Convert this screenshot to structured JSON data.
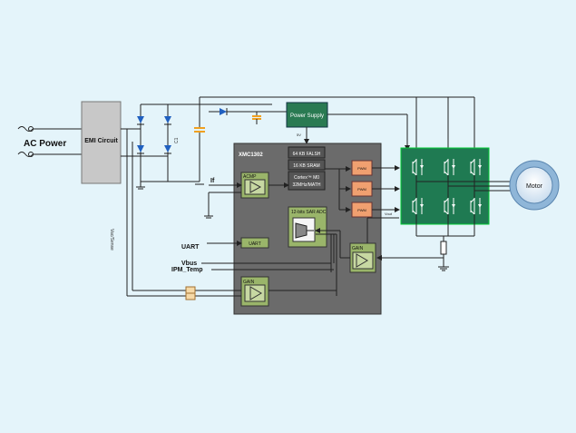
{
  "labels": {
    "ac_power": "AC Power",
    "emi_circuit": "EMI Circuit",
    "power_supply": "Power Supply",
    "mcu": "XMC1302",
    "flash": "64 KB FALSH",
    "sram": "16 KB SRAM",
    "core_line1": "Cortex™ M0",
    "core_line2": "32MHz/MATH",
    "acmp": "ACMP",
    "adc": "12-bits SAR ADC",
    "uart_block": "UART",
    "gain_adc": "GAIN",
    "gain_bottom": "GAIN",
    "ccu": "PWM",
    "motor": "Motor",
    "if_signal": "If",
    "uart_signal": "UART",
    "vbus_signal": "Vbus",
    "ipm_temp_signal": "IPM_Temp",
    "ps_output": "5V",
    "cap_label": "C1",
    "phase_current": "Vout",
    "sense_line": "Vac/Sense"
  },
  "colors": {
    "background": "#e4f4fa",
    "mcu_body": "#6b6b6b",
    "inverter": "#1f7a52",
    "power_supply": "#2a7a52",
    "analog_block": "#9ab56a",
    "pwm_block": "#f0a070",
    "emi_block": "#c8c8c8",
    "diode_fill": "#2060c0",
    "cap_color": "#f0a020",
    "motor_ring": "#8fb6d8"
  }
}
